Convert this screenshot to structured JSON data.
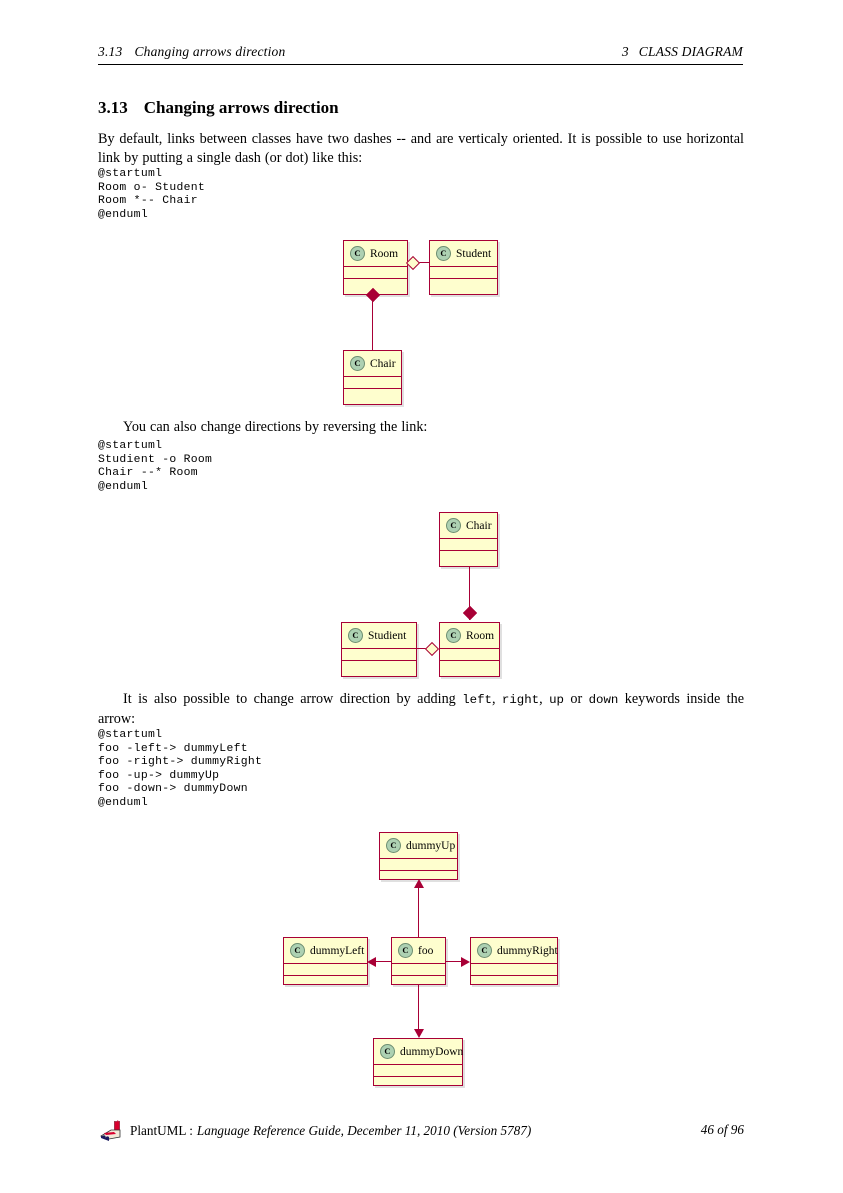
{
  "header": {
    "section_number": "3.13",
    "section_title": "Changing arrows direction",
    "chapter_number": "3",
    "chapter_title": "CLASS DIAGRAM"
  },
  "heading": {
    "number": "3.13",
    "text": "Changing arrows direction"
  },
  "paragraphs": {
    "p1": "By default, links between classes have two dashes -- and are verticaly oriented. It is possible to use horizontal link by putting a single dash (or dot) like this:",
    "p2": "You can also change directions by reversing the link:",
    "p3_pre": "It is also possible to change arrow direction by adding ",
    "p3_kw1": "left",
    "p3_mid1": ", ",
    "p3_kw2": "right",
    "p3_mid2": ", ",
    "p3_kw3": "up",
    "p3_mid3": " or ",
    "p3_kw4": "down",
    "p3_post": " keywords inside the arrow:"
  },
  "code_blocks": {
    "block1": "@startuml\nRoom o- Student\nRoom *-- Chair\n@enduml",
    "block2": "@startuml\nStudient -o Room\nChair --* Room\n@enduml",
    "block3": "@startuml\nfoo -left-> dummyLeft\nfoo -right-> dummyRight\nfoo -up-> dummyUp\nfoo -down-> dummyDown\n@enduml"
  },
  "diagram1": {
    "stereotype_letter": "C",
    "classes": [
      {
        "name": "Room"
      },
      {
        "name": "Student"
      },
      {
        "name": "Chair"
      }
    ],
    "relations": [
      {
        "from": "Room",
        "to": "Student",
        "type": "aggregation"
      },
      {
        "from": "Room",
        "to": "Chair",
        "type": "composition"
      }
    ]
  },
  "diagram2": {
    "stereotype_letter": "C",
    "classes": [
      {
        "name": "Chair"
      },
      {
        "name": "Studient"
      },
      {
        "name": "Room"
      }
    ],
    "relations": [
      {
        "from": "Chair",
        "to": "Room",
        "type": "composition"
      },
      {
        "from": "Studient",
        "to": "Room",
        "type": "aggregation"
      }
    ]
  },
  "diagram3": {
    "stereotype_letter": "C",
    "classes": [
      {
        "name": "dummyUp"
      },
      {
        "name": "dummyLeft"
      },
      {
        "name": "foo"
      },
      {
        "name": "dummyRight"
      },
      {
        "name": "dummyDown"
      }
    ],
    "relations": [
      {
        "from": "foo",
        "to": "dummyUp",
        "direction": "up",
        "type": "arrow"
      },
      {
        "from": "foo",
        "to": "dummyLeft",
        "direction": "left",
        "type": "arrow"
      },
      {
        "from": "foo",
        "to": "dummyRight",
        "direction": "right",
        "type": "arrow"
      },
      {
        "from": "foo",
        "to": "dummyDown",
        "direction": "down",
        "type": "arrow"
      }
    ]
  },
  "footer": {
    "brand": "PlantUML :",
    "citation": "Language Reference Guide, December 11, 2010 (Version 5787)",
    "page": "46 of 96"
  },
  "colors": {
    "class_fill": "#FEFECE",
    "class_border": "#A80036",
    "stereotype_fill": "#ADD1B2",
    "link": "#A80036"
  }
}
